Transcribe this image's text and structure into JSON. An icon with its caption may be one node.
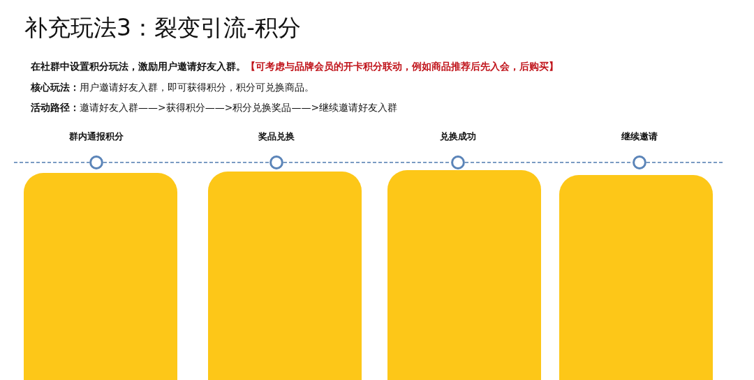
{
  "diagram": {
    "title": "补充玩法3：裂变引流-积分",
    "nodes": [
      {
        "text": [],
        "shape": "circle",
        "beside": [
          "群内通报积分"
        ]
      },
      {
        "text": [],
        "shape": "circle",
        "beside": [
          "奖品兑换"
        ]
      },
      {
        "text": [],
        "shape": "circle",
        "beside": [
          "兑换成功"
        ]
      },
      {
        "text": [],
        "shape": "circle",
        "beside": [
          "继续邀请"
        ]
      },
      {
        "text": [],
        "shape": "box"
      },
      {
        "text": [],
        "shape": "box"
      },
      {
        "text": [],
        "shape": "box"
      },
      {
        "text": [],
        "shape": "box"
      }
    ],
    "edges": [
      {
        "from": null,
        "to": 0,
        "arrow": "none",
        "style": "dashed"
      },
      {
        "from": 0,
        "to": 1,
        "arrow": "none",
        "style": "dashed"
      },
      {
        "from": 1,
        "to": 2,
        "arrow": "none",
        "style": "dashed"
      },
      {
        "from": 2,
        "to": 3,
        "arrow": "none",
        "style": "dashed"
      },
      {
        "from": 3,
        "to": null,
        "arrow": "none",
        "style": "dashed"
      }
    ],
    "labels": [
      "在社群中设置积分玩法，激励用户邀请好友入群。",
      "【可考虑与品牌会员的开卡积分联动，例如商品推荐后先入会，后购买】",
      "**核心玩法：**用户邀请好友入群，即可获得积分，积分可兑换商品。",
      "**活动路径：**邀请好友入群——>获得积分——>积分兑换奖品——>继续邀请好友入群"
    ]
  }
}
